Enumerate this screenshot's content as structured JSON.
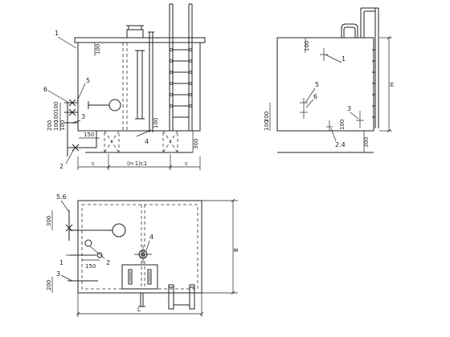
{
  "front_view": {
    "callouts": [
      "1",
      "5",
      "6",
      "3",
      "2",
      "4"
    ],
    "dims": {
      "top_gap": "100",
      "v1": "100",
      "v2": "100",
      "v3": "200",
      "v4": "100",
      "v5": "100",
      "h_150": "150",
      "bottom_gap": "300",
      "right_gap": "100",
      "c_left": "c",
      "span": "(n-1)c1",
      "c_right": "c"
    }
  },
  "side_view": {
    "callouts": [
      "1",
      "5",
      "6",
      "3",
      "2.4"
    ],
    "dims": {
      "top_gap": "100",
      "v_200": "200",
      "v_100": "100",
      "gap_100": "100",
      "bottom_300": "300",
      "height_H": "H"
    }
  },
  "plan_view": {
    "callouts": [
      "5.6",
      "4",
      "1",
      "2",
      "3"
    ],
    "dims": {
      "top_300": "300",
      "bottom_200": "200",
      "h_150": "150",
      "width_B": "B",
      "length_L": "L"
    }
  }
}
